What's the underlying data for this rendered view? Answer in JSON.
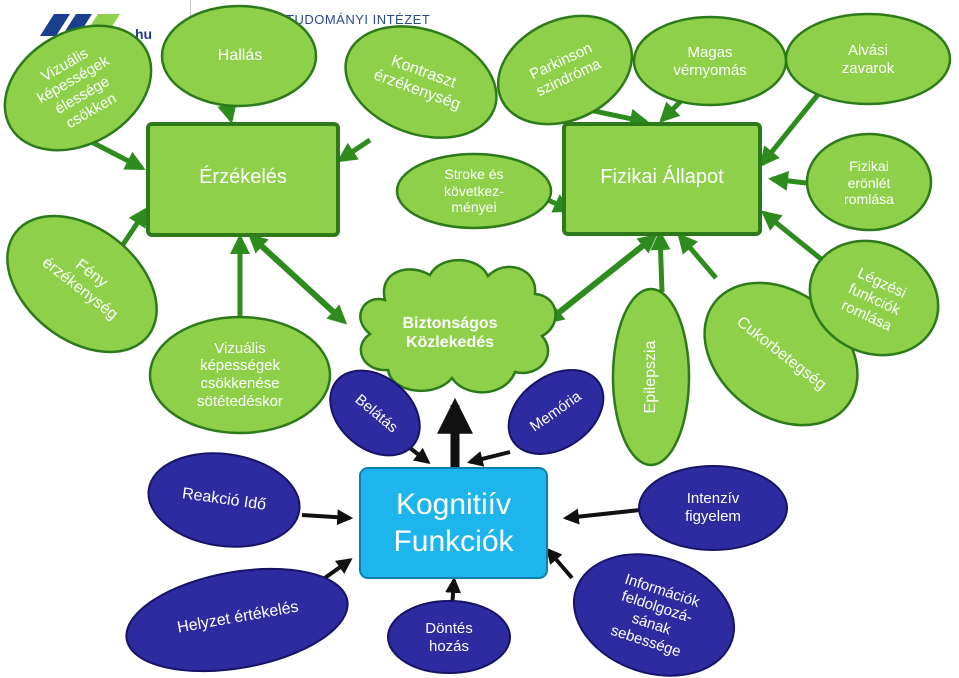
{
  "header": {
    "logo_hu": "hu",
    "institute": "TUDOMÁNYI INTÉZET"
  },
  "nodes": {
    "vizualis_elesseg": "Vizuális\nképességek\nélessége\ncsökken",
    "hallas": "Hallás",
    "kontraszt": "Kontraszt\nérzékenység",
    "parkinson": "Parkinson\nszindróma",
    "magas_vernyomas": "Magas\nvérnyomás",
    "alvasi_zavarok": "Alvási\nzavarok",
    "erzekeles": "Érzékelés",
    "stroke": "Stroke és\nkövetkez-\nményei",
    "fizikai_allapot": "Fizikai Állapot",
    "fizikai_eronlet": "Fizikai\nerönlét\nromlása",
    "feny": "Fény\nérzékenység",
    "vizualis_sotet": "Vizuális\nképességek\ncsökkenése\nsötétedéskor",
    "biztonsagos": "Biztonságos\nKözlekedés",
    "epilepszia": "Epilepszia",
    "cukorbetegseg": "Cukorbetegség",
    "legzesi": "Légzési\nfunkciók\nromlása",
    "belatas": "Belátás",
    "memoria": "Memória",
    "reakcio": "Reakció Idő",
    "kognitiv": "Kognitiív\nFunkciók",
    "intenziv": "Intenzív\nfigyelem",
    "helyzet": "Helyzet értékelés",
    "dontes": "Döntés\nhozás",
    "informaciok": "Információk\nfeldolgozá-\nsának\nsebessége"
  },
  "colors": {
    "green_fill": "#8ed04a",
    "green_stroke": "#2c7a1a",
    "arrow_green": "#2e8b1e",
    "blue_fill": "#2e2aa0",
    "blue_stroke": "#171366",
    "cyan_fill": "#1eb4ec",
    "black_arrow": "#111111"
  }
}
